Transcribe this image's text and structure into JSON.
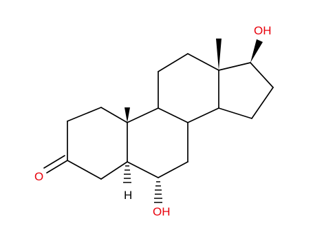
{
  "molecule": {
    "atoms": {
      "oh_17": {
        "text": "OH",
        "color": "#e8000b"
      },
      "oh_6": {
        "text": "OH",
        "color": "#e8000b"
      },
      "ketone_o": {
        "text": "O",
        "color": "#e8000b"
      },
      "h_5": {
        "text": "H",
        "color": "#000000"
      }
    },
    "colors": {
      "bond": "#000000",
      "oxygen_bond": "#e8000b"
    }
  }
}
